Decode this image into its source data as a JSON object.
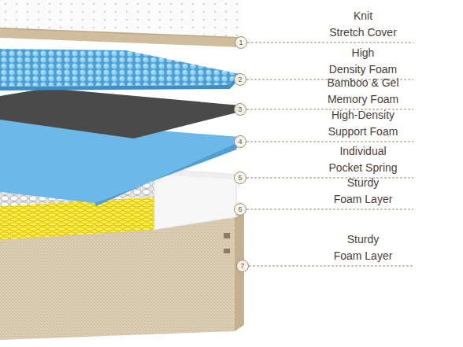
{
  "diagram": {
    "nodes": [
      {
        "text": [
          "1"
        ]
      },
      {
        "text": [
          "2"
        ]
      },
      {
        "text": [
          "3"
        ]
      },
      {
        "text": [
          "4"
        ]
      },
      {
        "text": [
          "5"
        ]
      },
      {
        "text": [
          "6"
        ]
      },
      {
        "text": [
          "7"
        ]
      }
    ],
    "labels": [
      "Knit Stretch Cover",
      "High Density Foam",
      "Bamboo & Gel Memory Foam",
      "High-Density Support Foam",
      "Individual Pocket Spring",
      "Sturdy Foam Layer",
      "Sturdy Foam Layer"
    ]
  }
}
